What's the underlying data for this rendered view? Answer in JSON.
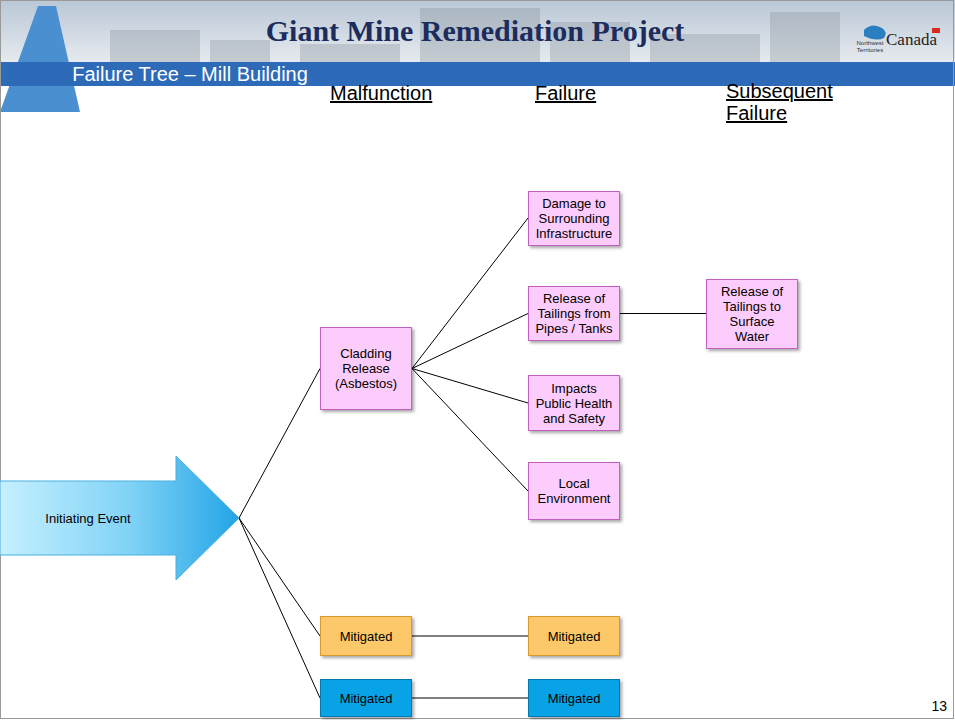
{
  "diagram": {
    "title": "Giant Mine Remediation Project",
    "nodes": [
      {
        "text": [
          "Initiating Event"
        ]
      },
      {
        "text": [
          "Cladding Release (Asbestos)"
        ]
      },
      {
        "text": [
          "Damage to Surrounding Infrastructure"
        ]
      },
      {
        "text": [
          "Release of Tailings from Pipes / Tanks"
        ]
      },
      {
        "text": [
          "Release of Tailings to Surface Water"
        ]
      },
      {
        "text": [
          "Impacts Public Health and Safety"
        ]
      },
      {
        "text": [
          "Local Environment"
        ]
      },
      {
        "text": [
          "Mitigated"
        ]
      },
      {
        "text": [
          "Mitigated"
        ]
      },
      {
        "text": [
          "Mitigated"
        ]
      },
      {
        "text": [
          "Mitigated"
        ]
      }
    ],
    "edges": [
      {
        "from": 0,
        "to": 1,
        "arrow": "none"
      },
      {
        "from": 0,
        "to": 7,
        "arrow": "none"
      },
      {
        "from": 0,
        "to": 9,
        "arrow": "none"
      },
      {
        "from": 1,
        "to": 2,
        "arrow": "none"
      },
      {
        "from": 1,
        "to": 3,
        "arrow": "none"
      },
      {
        "from": 1,
        "to": 5,
        "arrow": "none"
      },
      {
        "from": 1,
        "to": 6,
        "arrow": "none"
      },
      {
        "from": 3,
        "to": 4,
        "arrow": "none"
      },
      {
        "from": 7,
        "to": 8,
        "arrow": "none"
      },
      {
        "from": 9,
        "to": 10,
        "arrow": "none"
      }
    ],
    "labels": [
      "Failure Tree – Mill Building",
      "Malfunction",
      "Failure",
      "Subsequent Failure",
      "Northwest Territories",
      "Canada",
      "13"
    ]
  }
}
